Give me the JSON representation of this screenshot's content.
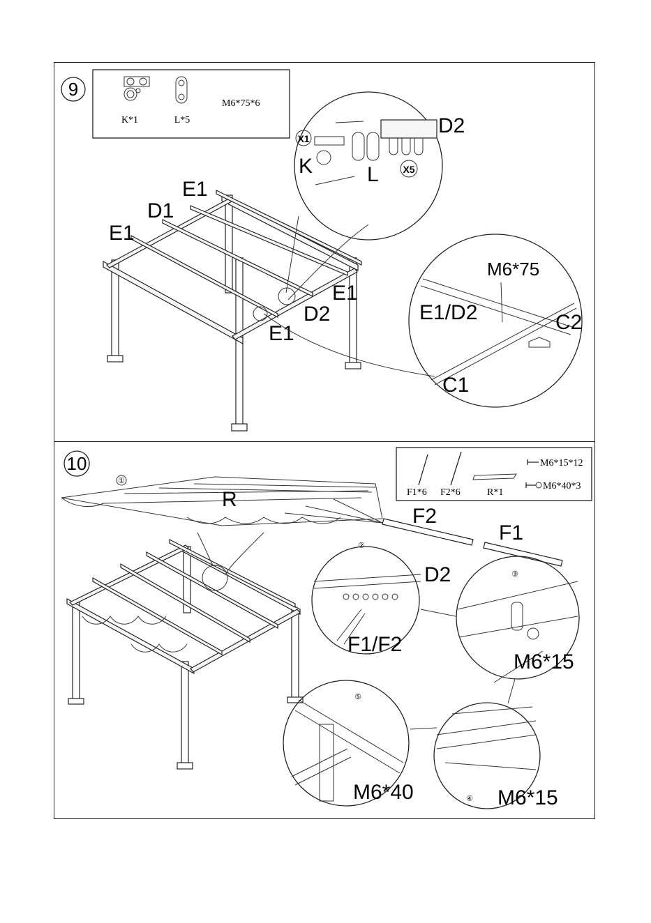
{
  "step9": {
    "step_number": "9",
    "parts": [
      {
        "label": "K*1"
      },
      {
        "label": "L*5"
      },
      {
        "label": "M6*75*6"
      }
    ],
    "callouts": {
      "d1": "D1",
      "e1_left": "E1",
      "e1_top": "E1",
      "e1_right": "E1",
      "e1_bottom": "E1",
      "d2": "D2"
    },
    "zoom_top": {
      "d2": "D2",
      "x1": "X1",
      "k": "K",
      "l": "L",
      "x5": "X5"
    },
    "zoom_bottom": {
      "m675": "M6*75",
      "e1d2": "E1/D2",
      "c2": "C2",
      "c1": "C1"
    }
  },
  "step10": {
    "step_number": "10",
    "parts": [
      {
        "label": "F1*6"
      },
      {
        "label": "F2*6"
      },
      {
        "label": "R*1"
      },
      {
        "label": "M6*15*12"
      },
      {
        "label": "M6*40*3"
      }
    ],
    "callouts": {
      "circle1": "①",
      "r": "R",
      "f2": "F2",
      "f1": "F1"
    },
    "detail2": {
      "num": "②",
      "d2": "D2",
      "f1f2": "F1/F2"
    },
    "detail3": {
      "num": "③",
      "m615": "M6*15"
    },
    "detail4": {
      "num": "④",
      "m615": "M6*15"
    },
    "detail5": {
      "num": "⑤",
      "m640": "M6*40"
    }
  }
}
